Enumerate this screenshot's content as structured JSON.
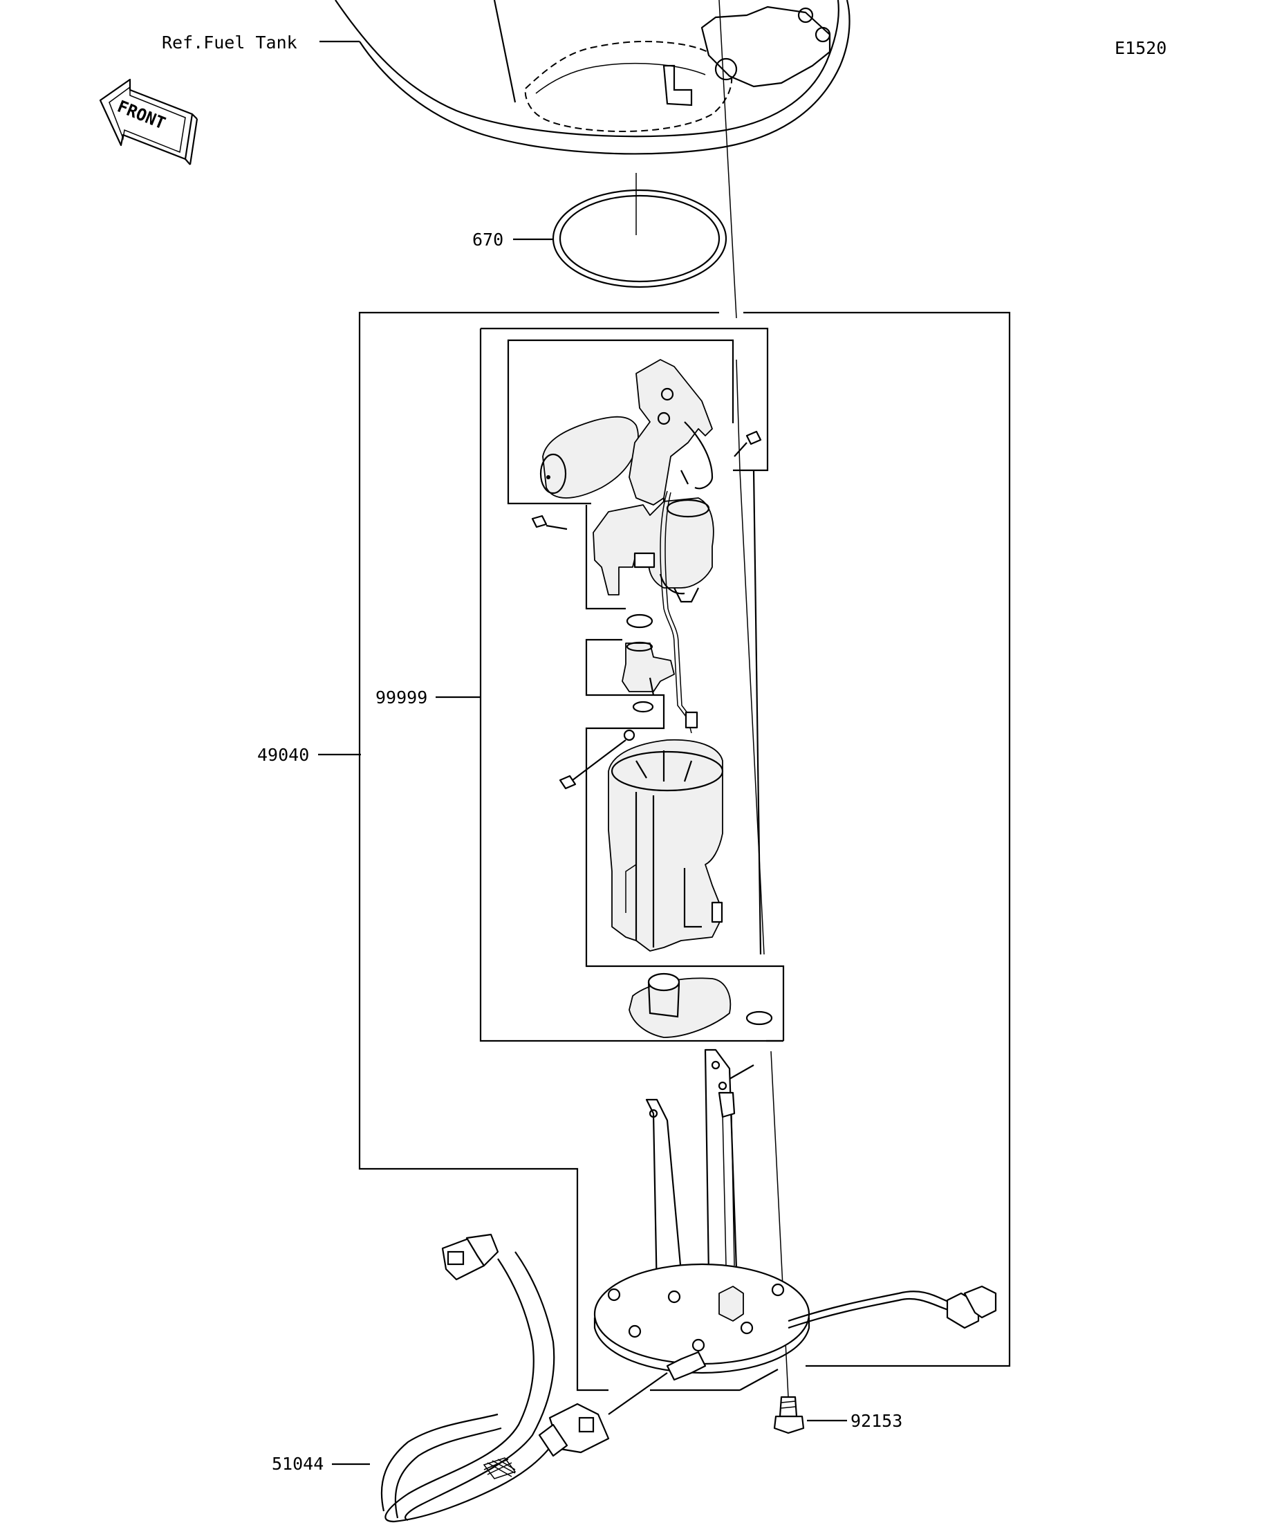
{
  "diagram": {
    "code": "E1520",
    "front_label": "FRONT",
    "ref_label": "Ref.Fuel Tank",
    "parts": [
      {
        "number": "670"
      },
      {
        "number": "99999"
      },
      {
        "number": "49040"
      },
      {
        "number": "92153"
      },
      {
        "number": "51044"
      }
    ]
  }
}
